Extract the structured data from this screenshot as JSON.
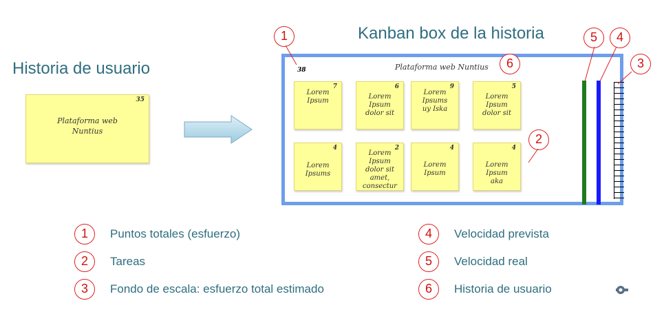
{
  "headings": {
    "left": "Historia de usuario",
    "right": "Kanban box de la historia"
  },
  "story_card": {
    "points": "35",
    "title": "Plataforma web\nNuntius"
  },
  "kanban": {
    "total_points": "38",
    "title": "Plataforma web Nuntius",
    "tasks": [
      {
        "points": "7",
        "text": "Lorem Ipsum"
      },
      {
        "points": "6",
        "text": "Lorem Ipsum\ndolor sit"
      },
      {
        "points": "9",
        "text": "Lorem\nIpsums\nuy Iska"
      },
      {
        "points": "5",
        "text": "Lorem Ipsum\ndolor sit"
      },
      {
        "points": "4",
        "text": "Lorem\nIpsums"
      },
      {
        "points": "2",
        "text": "Lorem Ipsum\ndolor sit\namet,\nconsectur"
      },
      {
        "points": "4",
        "text": "Lorem Ipsum"
      },
      {
        "points": "4",
        "text": "Lorem Ipsum\naka"
      }
    ],
    "bars": {
      "real_color": "#1e7b1e",
      "planned_color": "#1a1aff"
    }
  },
  "callouts": [
    "1",
    "2",
    "3",
    "4",
    "5",
    "6"
  ],
  "legend": [
    {
      "num": "1",
      "label": "Puntos totales (esfuerzo)"
    },
    {
      "num": "2",
      "label": "Tareas"
    },
    {
      "num": "3",
      "label": "Fondo de escala: esfuerzo  total estimado"
    },
    {
      "num": "4",
      "label": "Velocidad prevista"
    },
    {
      "num": "5",
      "label": "Velocidad real"
    },
    {
      "num": "6",
      "label": "Historia de usuario"
    }
  ],
  "colors": {
    "heading": "#2f6e80",
    "callout": "#e02020",
    "note": "#ffff99",
    "kanban_border": "#6d9eeb",
    "arrow": "#a9d4e6"
  }
}
